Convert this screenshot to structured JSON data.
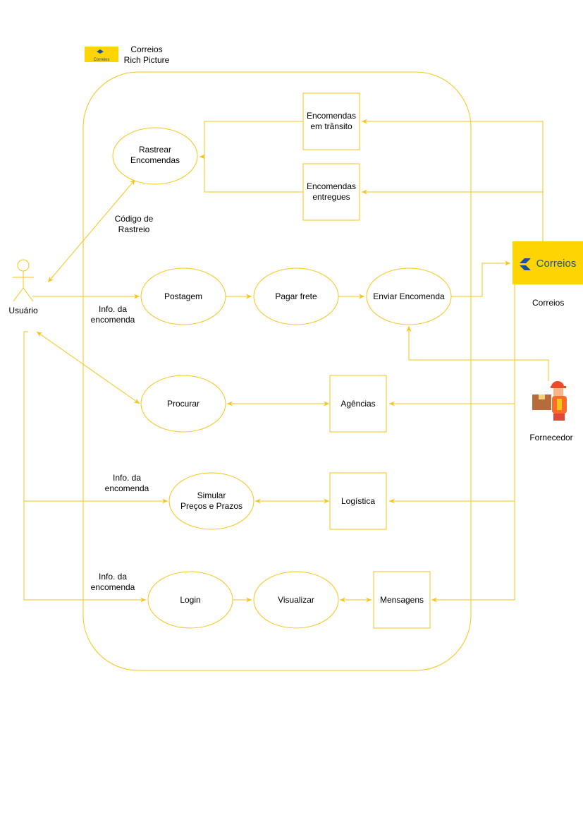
{
  "header": {
    "title_line1": "Correios",
    "title_line2": "Rich Picture",
    "logo_small_text": "Correios"
  },
  "colors": {
    "stroke": "#F5C518",
    "logo_bg": "#FFD400",
    "logo_blue": "#1B4F9C",
    "text": "#000000"
  },
  "actors": {
    "usuario": "Usuário",
    "correios_logo_text": "Correios",
    "correios": "Correios",
    "fornecedor": "Fornecedor"
  },
  "use_cases": {
    "rastrear_line1": "Rastrear",
    "rastrear_line2": "Encomendas",
    "postagem": "Postagem",
    "pagar_frete": "Pagar frete",
    "enviar_encomenda": "Enviar Encomenda",
    "procurar": "Procurar",
    "simular_line1": "Simular",
    "simular_line2": "Preços e Prazos",
    "login": "Login",
    "visualizar": "Visualizar"
  },
  "boxes": {
    "transito_line1": "Encomendas",
    "transito_line2": "em trânsito",
    "entregues_line1": "Encomendas",
    "entregues_line2": "entregues",
    "agencias": "Agências",
    "logistica": "Logística",
    "mensagens": "Mensagens"
  },
  "annotations": {
    "codigo_line1": "Código de",
    "codigo_line2": "Rastreio",
    "info1_line1": "Info. da",
    "info1_line2": "encomenda",
    "info2_line1": "Info.  da",
    "info2_line2": "encomenda",
    "info3_line1": "Info. da",
    "info3_line2": "encomenda"
  }
}
